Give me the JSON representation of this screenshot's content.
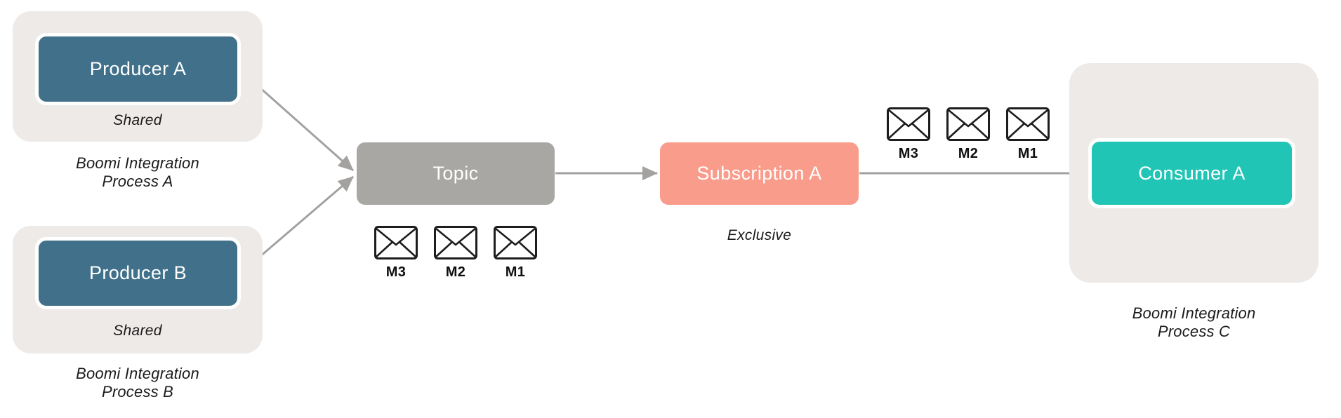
{
  "diagram": {
    "producers": [
      {
        "label": "Producer A",
        "mode": "Shared",
        "caption_line1": "Boomi Integration",
        "caption_line2": "Process A"
      },
      {
        "label": "Producer B",
        "mode": "Shared",
        "caption_line1": "Boomi Integration",
        "caption_line2": "Process B"
      }
    ],
    "topic": {
      "label": "Topic",
      "messages": [
        "M3",
        "M2",
        "M1"
      ]
    },
    "subscription": {
      "label": "Subscription A",
      "mode": "Exclusive"
    },
    "consumer": {
      "label": "Consumer A",
      "messages": [
        "M3",
        "M2",
        "M1"
      ],
      "caption_line1": "Boomi Integration",
      "caption_line2": "Process C"
    },
    "colors": {
      "producer": "#41708A",
      "topic": "#A8A7A4",
      "subscription": "#F99C8B",
      "consumer": "#21C5B5",
      "container": "#EDEAE8",
      "arrow": "#A3A2A1",
      "envelope_stroke": "#1D1D1D",
      "node_text": "#FFFFFF",
      "caption_text": "#1B1B1B"
    }
  }
}
